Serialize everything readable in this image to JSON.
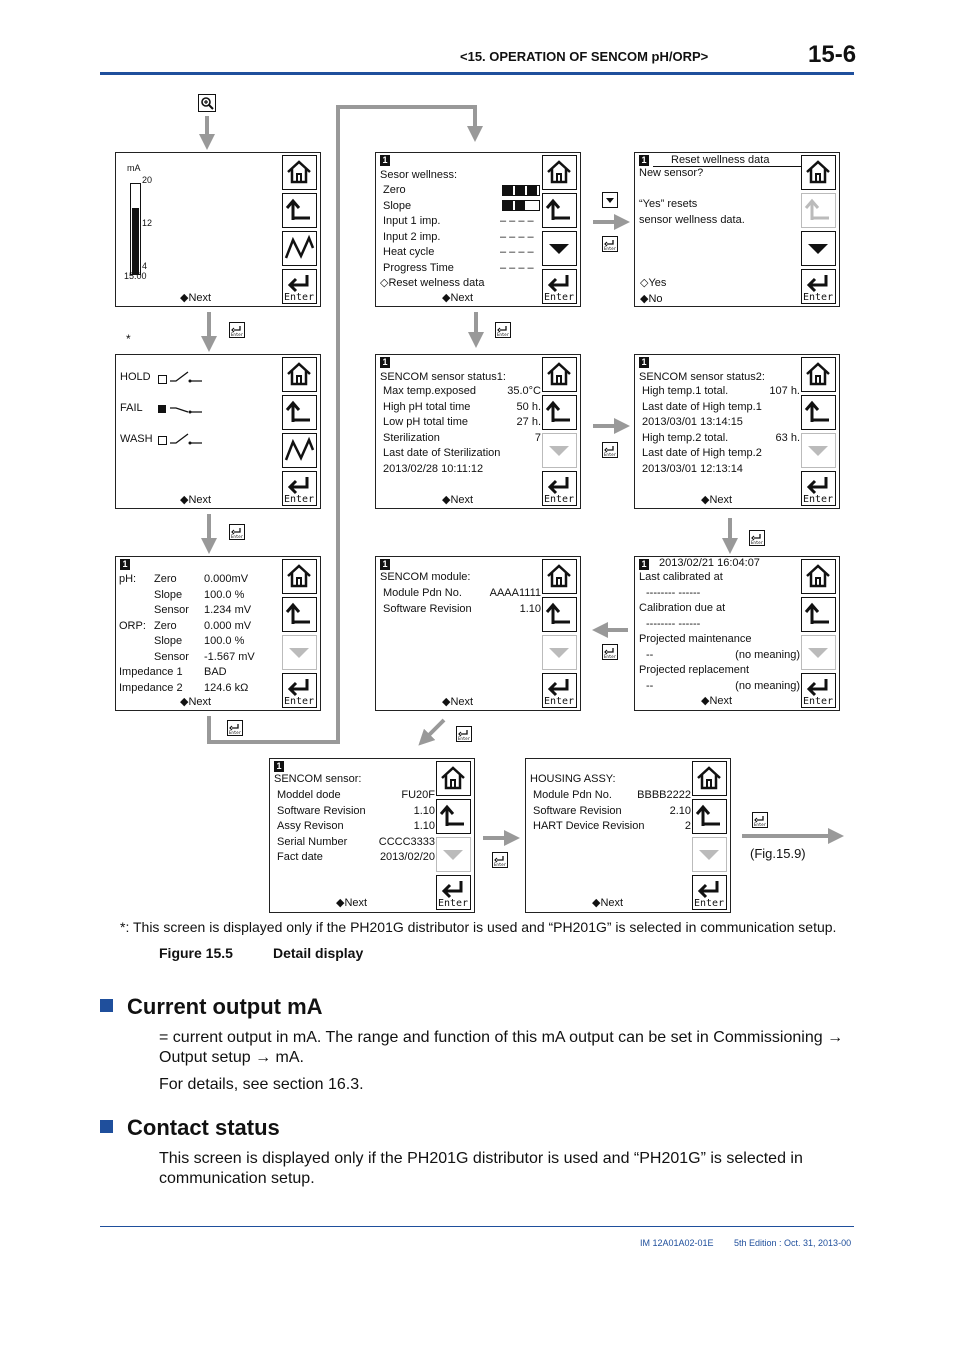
{
  "header": {
    "title": "<15.  OPERATION OF SENCOM pH/ORP>",
    "page": "15-6"
  },
  "footer": {
    "doc_id": "IM 12A01A02-01E",
    "edition": "5th Edition : Oct. 31, 2013-00"
  },
  "screens": {
    "ma": {
      "unit": "mA",
      "t20": "20",
      "t12": "12",
      "t4": "4",
      "value": "15.00",
      "next": "◆Next"
    },
    "contact": {
      "hold": "HOLD",
      "fail": "FAIL",
      "wash": "WASH",
      "next": "◆Next",
      "note_mark": "*"
    },
    "phorp": {
      "lines": [
        [
          "pH:",
          "Zero",
          "0.000mV"
        ],
        [
          "",
          "Slope",
          "100.0 %"
        ],
        [
          "",
          "Sensor",
          "1.234 mV"
        ],
        [
          "ORP:",
          "Zero",
          "0.000 mV"
        ],
        [
          "",
          "Slope",
          "100.0 %"
        ],
        [
          "",
          "Sensor",
          "-1.567 mV"
        ],
        [
          "Impedance 1",
          "",
          "BAD"
        ],
        [
          "Impedance 2",
          "",
          "124.6 kΩ"
        ]
      ],
      "next": "◆Next"
    },
    "wellness": {
      "title": "Sesor wellness:",
      "items": [
        "Zero",
        "Slope",
        "Input 1 imp.",
        "Input 2 imp.",
        "Heat cycle",
        "Progress Time"
      ],
      "dashes": "– – – –",
      "reset": "◇Reset welness data",
      "next": "◆Next"
    },
    "reset": {
      "title": "Reset wellness data",
      "lines": [
        "New sensor?",
        "",
        "“Yes”  resets",
        "sensor wellness data."
      ],
      "yes": "◇Yes",
      "no": "◆No"
    },
    "status1": {
      "title": "SENCOM sensor status1:",
      "rows": [
        [
          "Max temp.exposed",
          "35.0°C"
        ],
        [
          "High pH total time",
          "50 h."
        ],
        [
          "Low pH total time",
          "27 h."
        ],
        [
          "Sterilization",
          "7"
        ],
        [
          "Last date of Sterilization",
          ""
        ],
        [
          "2013/02/28 10:11:12",
          ""
        ]
      ],
      "next": "◆Next"
    },
    "status2": {
      "title": "SENCOM sensor status2:",
      "rows": [
        [
          "High temp.1 total.",
          "107 h."
        ],
        [
          "Last date of High temp.1",
          ""
        ],
        [
          "2013/03/01 13:14:15",
          ""
        ],
        [
          "High temp.2 total.",
          "63 h."
        ],
        [
          "Last date of High temp.2",
          ""
        ],
        [
          "2013/03/01 12:13:14",
          ""
        ]
      ],
      "next": "◆Next"
    },
    "module": {
      "title": "SENCOM module:",
      "rows": [
        [
          "Module Pdn No.",
          "AAAA1111"
        ],
        [
          "Software Revision",
          "1.10"
        ]
      ],
      "next": "◆Next"
    },
    "calib": {
      "date": "2013/02/21 16:04:07",
      "lines": [
        [
          "Last calibrated at",
          ""
        ],
        [
          "-------- ------",
          ""
        ],
        [
          "Calibration due at",
          ""
        ],
        [
          "-------- ------",
          ""
        ],
        [
          "Projected maintenance",
          ""
        ],
        [
          "--",
          "(no meaning)"
        ],
        [
          "Projected replacement",
          ""
        ],
        [
          "--",
          "(no meaning)"
        ]
      ],
      "next": "◆Next"
    },
    "sensor": {
      "title": "SENCOM sensor:",
      "rows": [
        [
          "Moddel dode",
          "FU20F"
        ],
        [
          "Software Revision",
          "1.10"
        ],
        [
          "Assy Revison",
          "1.10"
        ],
        [
          "Serial Number",
          "CCCC3333"
        ],
        [
          "Fact date",
          "2013/02/20"
        ]
      ],
      "next": "◆Next"
    },
    "housing": {
      "title": "HOUSING ASSY:",
      "rows": [
        [
          "Module Pdn No.",
          "BBBB2222"
        ],
        [
          "Software Revision",
          "2.10"
        ],
        [
          "HART Device Revision",
          "2"
        ]
      ],
      "next": "◆Next"
    }
  },
  "enter_label": "Enter",
  "fig_ref": "(Fig.15.9)",
  "badge": "1",
  "footnote": "*: This screen is displayed only if the PH201G distributor is used and “PH201G” is selected in communication setup.",
  "figure": {
    "number": "Figure 15.5",
    "title": "Detail display"
  },
  "sections": [
    {
      "heading": "Current output mA",
      "paras": [
        "= current output in mA. The range and function of this mA output can be set in Commissioning → Output setup → mA.",
        "For details, see section 16.3."
      ]
    },
    {
      "heading": "Contact status",
      "paras": [
        "This screen is displayed only if the PH201G distributor is used and “PH201G” is selected in communication setup."
      ]
    }
  ],
  "colors": {
    "accent": "#1f4f9c",
    "arrow": "#999999"
  }
}
